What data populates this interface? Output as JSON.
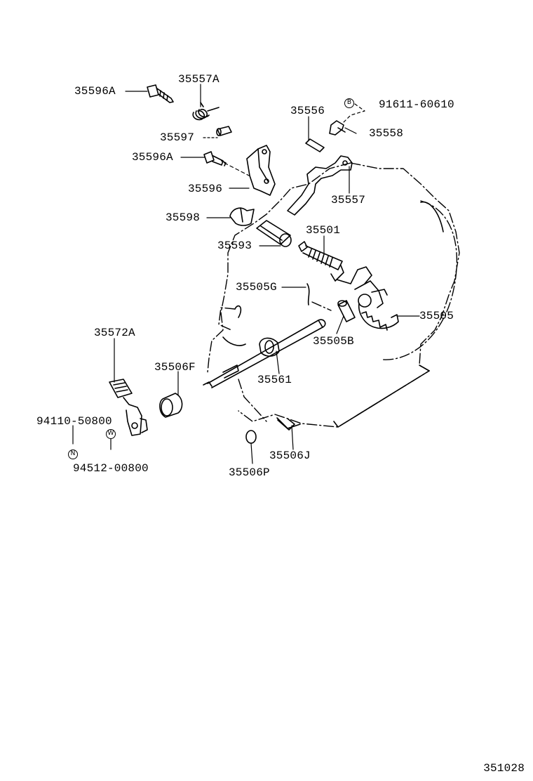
{
  "diagram_code": "351028",
  "labels": {
    "p35596A_top": "35596A",
    "p35557A": "35557A",
    "p35597": "35597",
    "p35596A_mid": "35596A",
    "p35596": "35596",
    "p35598": "35598",
    "p35593": "35593",
    "p35556": "35556",
    "p91611": "91611-60610",
    "p35558": "35558",
    "p35557": "35557",
    "p35501": "35501",
    "p35505G": "35505G",
    "p35505": "35505",
    "p35505B": "35505B",
    "p35572A": "35572A",
    "p35506F": "35506F",
    "p35561": "35561",
    "p94110": "94110-50800",
    "p94512": "94512-00800",
    "p35506J": "35506J",
    "p35506P": "35506P"
  },
  "symbols": {
    "b_mark": "B",
    "n_mark": "N",
    "w_mark": "W"
  }
}
